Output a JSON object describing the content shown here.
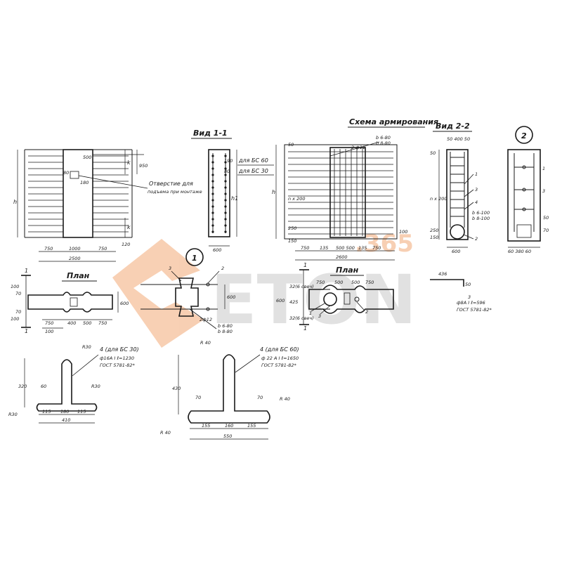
{
  "titles": {
    "view_1_1": "Вид 1-1",
    "reinforcement_scheme": "Схема армирования",
    "view_2_2": "Вид 2-2",
    "plan_left": "План",
    "plan_right": "План",
    "callout_1": "1",
    "callout_2": "2"
  },
  "notes": {
    "opening_line1": "Отверстие для",
    "opening_line2": "подъема при монтаже",
    "for_bs60": "для БС 60",
    "for_bs30": "для БС 30",
    "bar4_bs30": "4 (для БС 30)",
    "bar4_bs30_spec": "ф16А I   ℓ=1230",
    "bar4_bs30_gost": "ГОСТ 5781-82*",
    "bar4_bs60": "4 (для БС 60)",
    "bar4_bs60_spec": "ф 22 А I   ℓ=1650",
    "bar4_bs60_gost": "ГОСТ 5781-82*",
    "bar3_spec": "ф8А I  ℓ=596",
    "bar3_gost": "ГОСТ 5781-82*",
    "mesh_2ф12": "2 ф12",
    "mesh_2ф12_b": "2ф12",
    "step_6_80": "b 6-80",
    "step_8_80": "b 8-80",
    "step_6_100": "b 6-100",
    "step_8_100": "b 8-100"
  },
  "dims": {
    "d2500": "2500",
    "d750a": "750",
    "d1000": "1000",
    "d750b": "750",
    "d500": "500",
    "d180": "180",
    "d80": "80",
    "dh": "h",
    "dk": "k",
    "d950": "950",
    "d120": "120",
    "d190": "190",
    "d100": "100",
    "dh1": "h1",
    "d600": "600",
    "d60": "60",
    "d70": "70",
    "d400": "400",
    "d2600": "2600",
    "dn200": "n x 200",
    "d135": "135",
    "d150": "150",
    "d50": "50",
    "d250": "250",
    "d_500_500": "500 500",
    "d320_6": "32(6 свеч)",
    "d425": "425",
    "d436": "436",
    "d50_400_50": "50 400 50",
    "d60_380_60": "60  380  60",
    "dr30": "R30",
    "d320": "320",
    "d115": "115",
    "d410": "410",
    "dr40": "R 40",
    "d430": "430",
    "d155": "155",
    "d160": "160",
    "d550": "550",
    "s1": "1",
    "s2": "2",
    "s3": "3",
    "s4": "4"
  },
  "watermark": {
    "text": "ETON",
    "badge": ".365",
    "color": "#f0a36b",
    "text_color": "#c9c9c9"
  }
}
